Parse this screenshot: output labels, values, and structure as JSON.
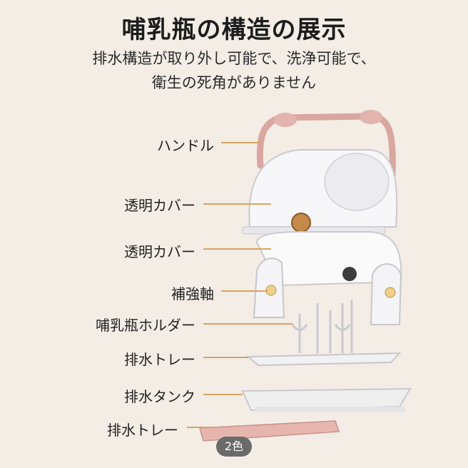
{
  "title": "哺乳瓶の構造の展示",
  "subtitle_line1": "排水構造が取り外し可能で、洗浄可能で、",
  "subtitle_line2": "衛生の死角がありません",
  "labels": {
    "handle": "ハンドル",
    "cover_top": "透明カバー",
    "cover_mid": "透明カバー",
    "reinforce": "補強軸",
    "bottle_holder": "哺乳瓶ホルダー",
    "drain_tray_top": "排水トレー",
    "drain_tank": "排水タンク",
    "drain_tray_bottom": "排水トレー"
  },
  "color_badge": "2色"
}
